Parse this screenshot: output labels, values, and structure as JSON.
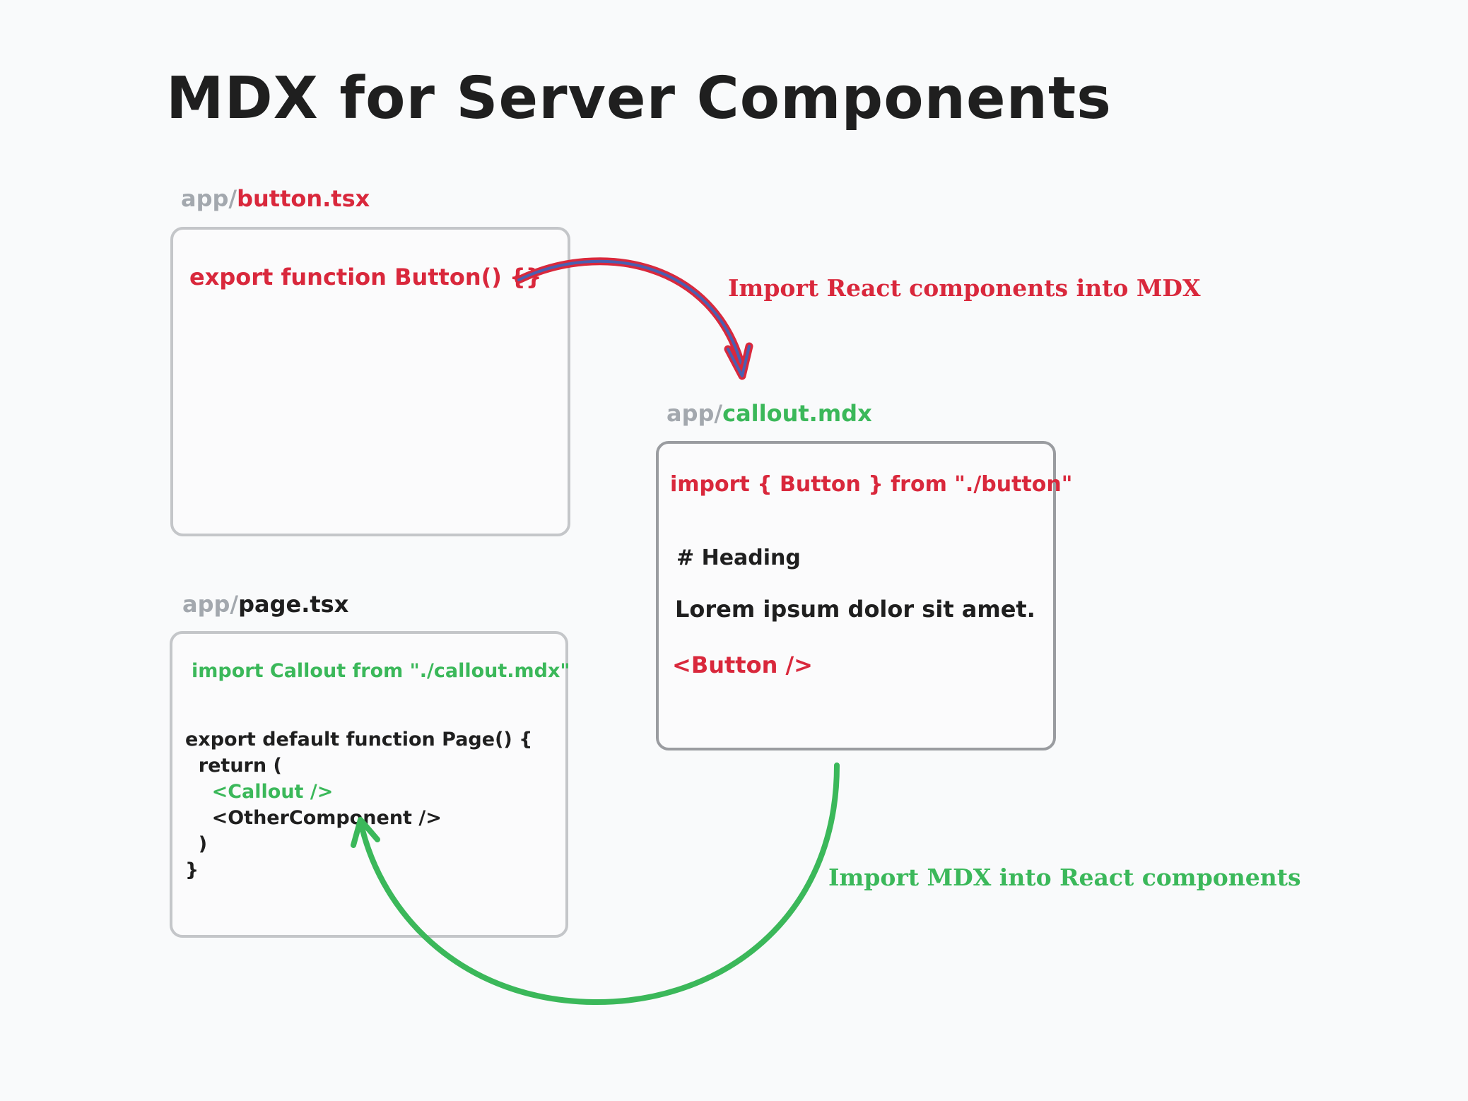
{
  "title": "MDX for Server Components",
  "files": {
    "button": {
      "prefix": "app/",
      "name": "button.tsx",
      "code": "export function Button() {}"
    },
    "callout": {
      "prefix": "app/",
      "name": "callout.mdx",
      "import_line": "import { Button } from \"./button\"",
      "heading": "# Heading",
      "paragraph": "Lorem ipsum dolor sit amet.",
      "component": "<Button />"
    },
    "page": {
      "prefix": "app/",
      "name": "page.tsx",
      "import_line": "import Callout from \"./callout.mdx\"",
      "line1": "export default function Page() {",
      "line2": "  return (",
      "line3": "    <Callout />",
      "line4": "    <OtherComponent />",
      "line5": "  )",
      "line6": "}"
    }
  },
  "annotations": {
    "top": "Import React components into MDX",
    "bottom": "Import MDX into React components"
  },
  "colors": {
    "red": "#d9283c",
    "green": "#3bb85a",
    "arrow_blue": "#4a5fb0",
    "prefix_gray": "#a3a8ae"
  }
}
